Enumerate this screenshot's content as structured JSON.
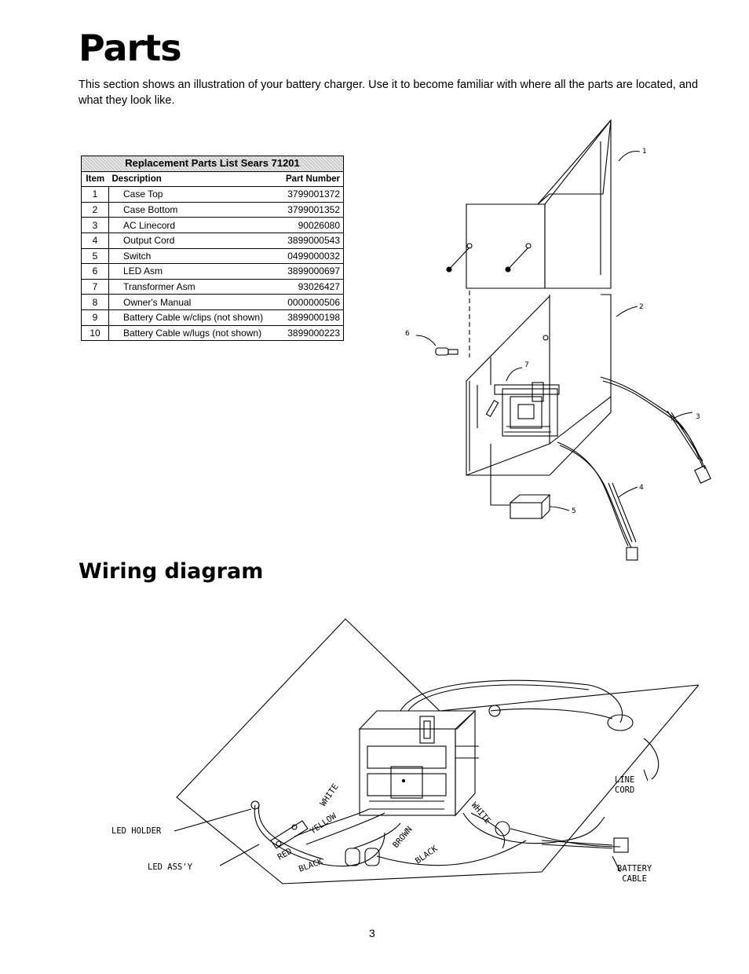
{
  "heading": "Parts",
  "intro": "This section shows an illustration of your battery charger. Use it to become familiar with where all the parts are located, and what they look like.",
  "parts_table": {
    "title": "Replacement Parts List Sears 71201",
    "headers": {
      "item": "Item",
      "description": "Description",
      "part_number": "Part Number"
    },
    "rows": [
      {
        "item": "1",
        "description": "Case Top",
        "part_number": "3799001372"
      },
      {
        "item": "2",
        "description": "Case Bottom",
        "part_number": "3799001352"
      },
      {
        "item": "3",
        "description": "AC Linecord",
        "part_number": "90026080"
      },
      {
        "item": "4",
        "description": "Output Cord",
        "part_number": "3899000543"
      },
      {
        "item": "5",
        "description": "Switch",
        "part_number": "0499000032"
      },
      {
        "item": "6",
        "description": "LED Asm",
        "part_number": "3899000697"
      },
      {
        "item": "7",
        "description": "Transformer Asm",
        "part_number": "93026427"
      },
      {
        "item": "8",
        "description": "Owner's Manual",
        "part_number": "0000000506"
      },
      {
        "item": "9",
        "description": "Battery Cable w/clips (not shown)",
        "part_number": "3899000198"
      },
      {
        "item": "10",
        "description": "Battery Cable w/lugs (not shown)",
        "part_number": "3899000223"
      }
    ]
  },
  "exploded_view": {
    "callouts": [
      "1",
      "2",
      "3",
      "4",
      "5",
      "6",
      "7"
    ]
  },
  "wiring": {
    "heading": "Wiring diagram",
    "labels": {
      "led_holder": "LED HOLDER",
      "led_assy": "LED ASS'Y",
      "line_cord_1": "LINE",
      "line_cord_2": "CORD",
      "battery_cable_1": "BATTERY",
      "battery_cable_2": "CABLE"
    },
    "wire_colors": {
      "white_1": "WHITE",
      "yellow": "YELLOW",
      "red": "RED",
      "black_1": "BLACK",
      "brown": "BROWN",
      "black_2": "BLACK",
      "white_2": "WHITE"
    }
  },
  "page_number": "3"
}
